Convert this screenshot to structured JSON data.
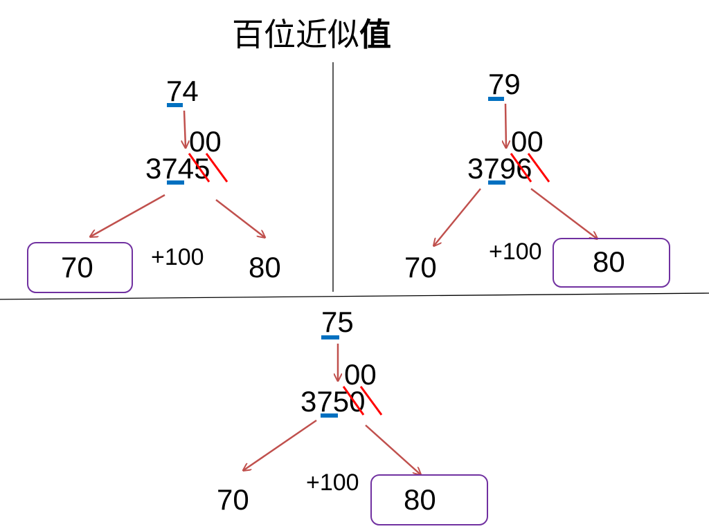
{
  "title": {
    "text": "百位近似",
    "emphasis": "值"
  },
  "colors": {
    "arrow": "#C0504D",
    "underline": "#0070C0",
    "strike": "#FF0000",
    "box": "#7030A0",
    "divider": "#000000",
    "text": "#000000"
  },
  "panels": [
    {
      "id": "panel-a",
      "top_value": "74",
      "zeros": "00",
      "number": "3745",
      "increment": "+100",
      "lower": "70",
      "upper": "80",
      "selected": "lower"
    },
    {
      "id": "panel-b",
      "top_value": "79",
      "zeros": "00",
      "number": "3796",
      "increment": "+100",
      "lower": "70",
      "upper": "80",
      "selected": "upper"
    },
    {
      "id": "panel-c",
      "top_value": "75",
      "zeros": "00",
      "number": "3750",
      "increment": "+100",
      "lower": "70",
      "upper": "80",
      "selected": "upper"
    }
  ]
}
